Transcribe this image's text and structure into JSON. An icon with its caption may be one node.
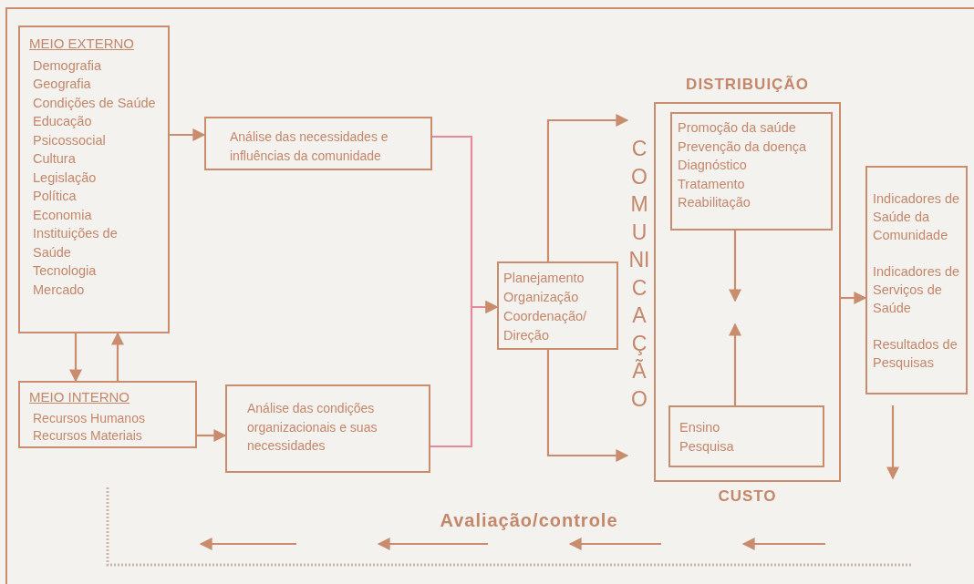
{
  "diagram": {
    "nodes": [
      {
        "text": [
          "MEIO EXTERNO",
          "Demografia",
          "Geografia",
          "Condições de Saúde",
          "Educação",
          "Psicossocial",
          "Cultura",
          "Legislação",
          "Política",
          "Economia",
          "Instituições de Saúde",
          "Tecnologia",
          "Mercado"
        ]
      },
      {
        "text": [
          "Análise das necessidades e influências da comunidade"
        ]
      },
      {
        "text": [
          "MEIO INTERNO",
          "Recursos Humanos",
          "Recursos Materiais"
        ]
      },
      {
        "text": [
          "Análise das condições organizacionais e suas necessidades"
        ]
      },
      {
        "text": [
          "Planejamento",
          "Organização",
          "Coordenação/ Direção"
        ]
      },
      {
        "text": [
          "COMUNICAÇÃO"
        ]
      },
      {
        "text": [
          "DISTRIBUIÇÃO",
          "CUSTO"
        ]
      },
      {
        "text": [
          "Promoção da saúde",
          "Prevenção da doença",
          "Diagnóstico",
          "Tratamento",
          "Reabilitação"
        ],
        "in": 6
      },
      {
        "text": [
          "Ensino",
          "Pesquisa"
        ],
        "in": 6
      },
      {
        "text": [
          "Indicadores de Saúde da Comunidade",
          "Indicadores de Serviços de Saúde",
          "Resultados de Pesquisas"
        ]
      }
    ],
    "edges": [
      {
        "from": 0,
        "to": 1,
        "arrow": "to"
      },
      {
        "from": 0,
        "to": 2,
        "arrow": "to"
      },
      {
        "from": 2,
        "to": 0,
        "arrow": "to"
      },
      {
        "from": 2,
        "to": 3,
        "arrow": "to"
      },
      {
        "from": 1,
        "to": 4,
        "arrow": "to",
        "color": "#e58a9b"
      },
      {
        "from": 3,
        "to": 4,
        "arrow": "to",
        "color": "#e58a9b"
      },
      {
        "from": 4,
        "to": 5,
        "arrow": "to"
      },
      {
        "from": 4,
        "to": 5,
        "arrow": "to"
      },
      {
        "from": 6,
        "to": 9,
        "arrow": "to"
      },
      {
        "from": 7,
        "to": null,
        "arrow": "to"
      },
      {
        "from": 8,
        "to": null,
        "arrow": "to"
      },
      {
        "from": 9,
        "to": null,
        "arrow": "to"
      }
    ],
    "labels": [
      "Avaliação/controle"
    ]
  }
}
